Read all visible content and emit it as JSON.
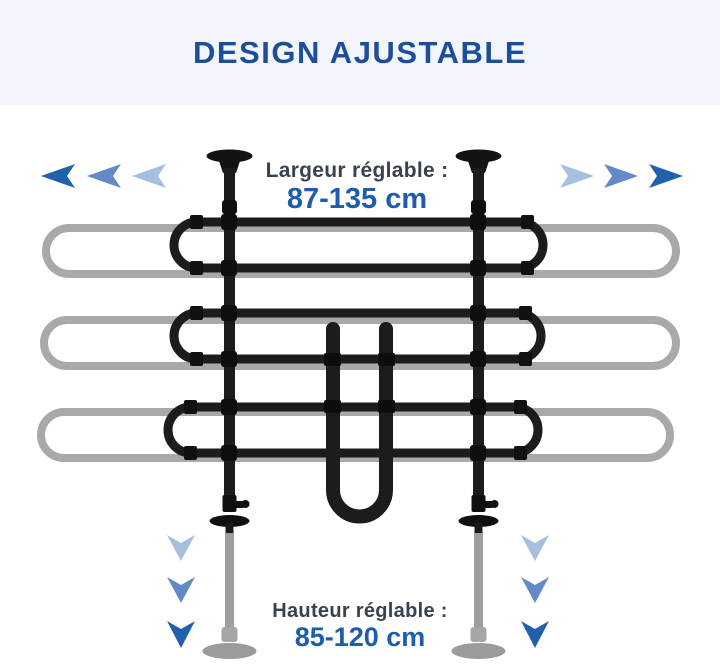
{
  "header": {
    "title": "DESIGN AJUSTABLE"
  },
  "width_callout": {
    "label": "Largeur réglable :",
    "value": "87-135 cm"
  },
  "height_callout": {
    "label": "Hauteur réglable :",
    "value": "85-120 cm"
  },
  "icons": {
    "width_expand_arrows": "triple-chevron-arrows-outward",
    "height_adjust_arrows": "triple-chevron-arrows-down"
  },
  "colors": {
    "header_bg": "#f2f6fc",
    "header_text": "#1d4e9b",
    "label_text": "#3a4252",
    "value_text": "#1e5cad",
    "arrow_dark": "#2160ac",
    "arrow_medium": "#6389c6",
    "arrow_light": "#a7bfdf",
    "tube_black": "#1c1c1c",
    "tube_gray": "#a9a9a9",
    "pole_gray": "#9e9e9e"
  }
}
